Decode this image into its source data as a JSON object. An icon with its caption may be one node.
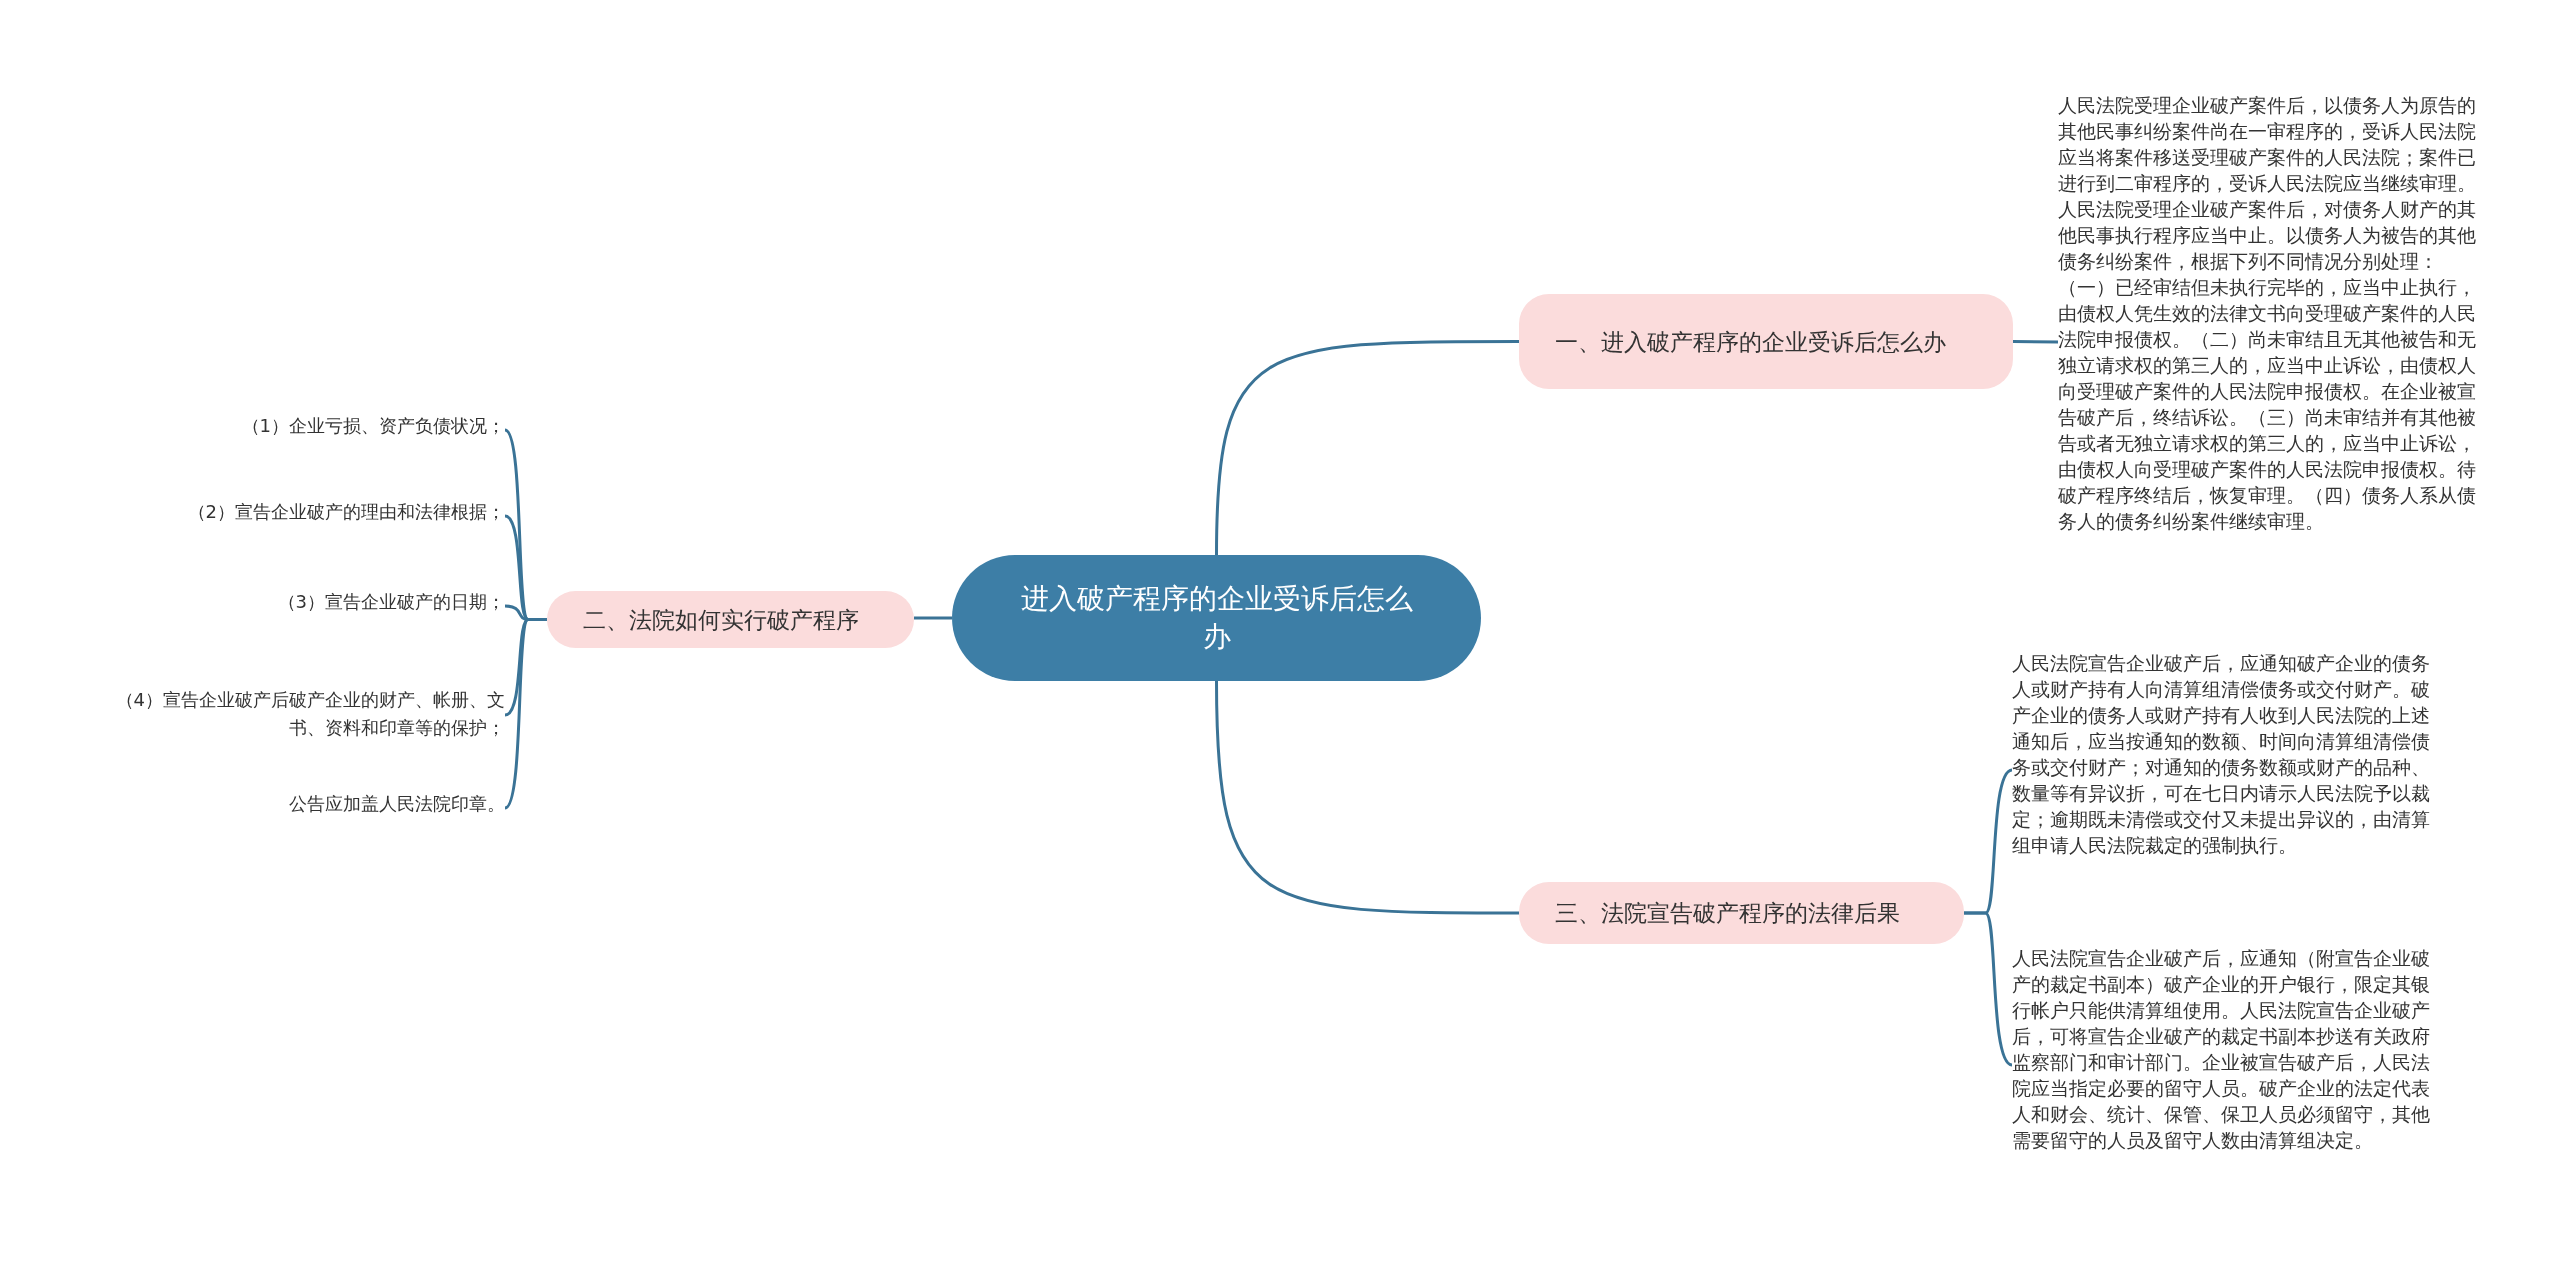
{
  "diagram": {
    "nodes": [
      {
        "text": [
          "进入破产程序的企业受诉后怎么办"
        ]
      },
      {
        "text": [
          "一、进入破产程序的企业受诉后怎么办"
        ]
      },
      {
        "text": [
          "人民法院受理企业破产案件后，以债务人为原告的其他民事纠纷案件尚在一审程序的，受诉人民法院应当将案件移送受理破产案件的人民法院；案件已进行到二审程序的，受诉人民法院应当继续审理。人民法院受理企业破产案件后，对债务人财产的其他民事执行程序应当中止。以债务人为被告的其他债务纠纷案件，根据下列不同情况分别处理：（一）已经审结但未执行完毕的，应当中止执行，由债权人凭生效的法律文书向受理破产案件的人民法院申报债权。（二）尚未审结且无其他被告和无独立请求权的第三人的，应当中止诉讼，由债权人向受理破产案件的人民法院申报债权。在企业被宣告破产后，终结诉讼。（三）尚未审结并有其他被告或者无独立请求权的第三人的，应当中止诉讼，由债权人向受理破产案件的人民法院申报债权。待破产程序终结后，恢复审理。（四）债务人系从债务人的债务纠纷案件继续审理。"
        ]
      },
      {
        "text": [
          "二、法院如何实行破产程序"
        ]
      },
      {
        "text": [
          "（1）企业亏损、资产负债状况；"
        ]
      },
      {
        "text": [
          "（2）宣告企业破产的理由和法律根据；"
        ]
      },
      {
        "text": [
          "（3）宣告企业破产的日期；"
        ]
      },
      {
        "text": [
          "（4）宣告企业破产后破产企业的财产、帐册、文书、资料和印章等的保护；"
        ]
      },
      {
        "text": [
          "公告应加盖人民法院印章。"
        ]
      },
      {
        "text": [
          "三、法院宣告破产程序的法律后果"
        ]
      },
      {
        "text": [
          "人民法院宣告企业破产后，应通知破产企业的债务人或财产持有人向清算组清偿债务或交付财产。破产企业的债务人或财产持有人收到人民法院的上述通知后，应当按通知的数额、时间向清算组清偿债务或交付财产；对通知的债务数额或财产的品种、数量等有异议折，可在七日内请示人民法院予以裁定；逾期既未清偿或交付又未提出异议的，由清算组申请人民法院裁定的强制执行。"
        ]
      },
      {
        "text": [
          "人民法院宣告企业破产后，应通知（附宣告企业破产的裁定书副本）破产企业的开户银行，限定其银行帐户只能供清算组使用。人民法院宣告企业破产后，可将宣告企业破产的裁定书副本抄送有关政府监察部门和审计部门。企业被宣告破产后，人民法院应当指定必要的留守人员。破产企业的法定代表人和财会、统计、保管、保卫人员必须留守，其他需要留守的人员及留守人数由清算组决定。"
        ]
      }
    ],
    "edges": [
      {
        "from": 0,
        "to": 1,
        "arrow": "none"
      },
      {
        "from": 1,
        "to": 2,
        "arrow": "none"
      },
      {
        "from": 0,
        "to": 3,
        "arrow": "none"
      },
      {
        "from": 3,
        "to": 4,
        "arrow": "none"
      },
      {
        "from": 3,
        "to": 5,
        "arrow": "none"
      },
      {
        "from": 3,
        "to": 6,
        "arrow": "none"
      },
      {
        "from": 3,
        "to": 7,
        "arrow": "none"
      },
      {
        "from": 3,
        "to": 8,
        "arrow": "none"
      },
      {
        "from": 0,
        "to": 9,
        "arrow": "none"
      },
      {
        "from": 9,
        "to": 10,
        "arrow": "none"
      },
      {
        "from": 9,
        "to": 11,
        "arrow": "none"
      }
    ]
  }
}
